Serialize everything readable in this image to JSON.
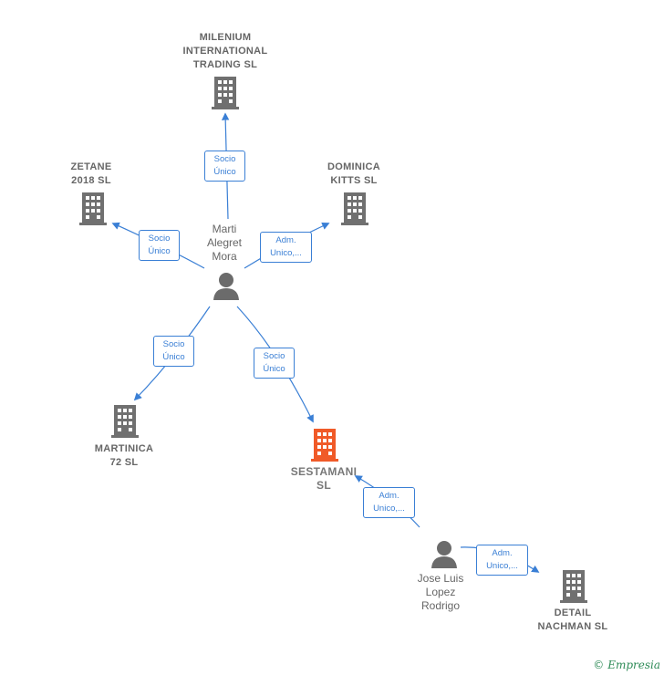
{
  "colors": {
    "edge": "#3a7fd5",
    "building": "#707070",
    "building_highlight": "#f05a28",
    "person": "#6b6b6b"
  },
  "companies": [
    {
      "id": "milenium",
      "lines": [
        "MILENIUM",
        "INTERNATIONAL",
        "TRADING  SL"
      ],
      "icon": "building-icon"
    },
    {
      "id": "zetane",
      "lines": [
        "ZETANE",
        "2018  SL"
      ],
      "icon": "building-icon"
    },
    {
      "id": "dominica",
      "lines": [
        "DOMINICA",
        "KITTS  SL"
      ],
      "icon": "building-icon"
    },
    {
      "id": "martinica",
      "lines": [
        "MARTINICA",
        "72  SL"
      ],
      "icon": "building-icon"
    },
    {
      "id": "sestamani",
      "lines": [
        "SESTAMANI",
        "SL"
      ],
      "icon": "building-icon",
      "highlight": true
    },
    {
      "id": "detail",
      "lines": [
        "DETAIL",
        "NACHMAN  SL"
      ],
      "icon": "building-icon"
    }
  ],
  "persons": [
    {
      "id": "marti",
      "lines": [
        "Marti",
        "Alegret",
        "Mora"
      ],
      "icon": "person-icon"
    },
    {
      "id": "jose",
      "lines": [
        "Jose Luis",
        "Lopez",
        "Rodrigo"
      ],
      "icon": "person-icon"
    }
  ],
  "relations": [
    {
      "id": "r-milenium",
      "lines": [
        "Socio",
        "Único"
      ]
    },
    {
      "id": "r-zetane",
      "lines": [
        "Socio",
        "Único"
      ]
    },
    {
      "id": "r-dominica",
      "lines": [
        "Adm.",
        "Unico,..."
      ]
    },
    {
      "id": "r-martinica",
      "lines": [
        "Socio",
        "Único"
      ]
    },
    {
      "id": "r-sestamani-marti",
      "lines": [
        "Socio",
        "Único"
      ]
    },
    {
      "id": "r-sestamani-jose",
      "lines": [
        "Adm.",
        "Unico,..."
      ]
    },
    {
      "id": "r-detail",
      "lines": [
        "Adm.",
        "Unico,..."
      ]
    }
  ],
  "footer": {
    "copyright": "©",
    "brand": "Empresia"
  }
}
